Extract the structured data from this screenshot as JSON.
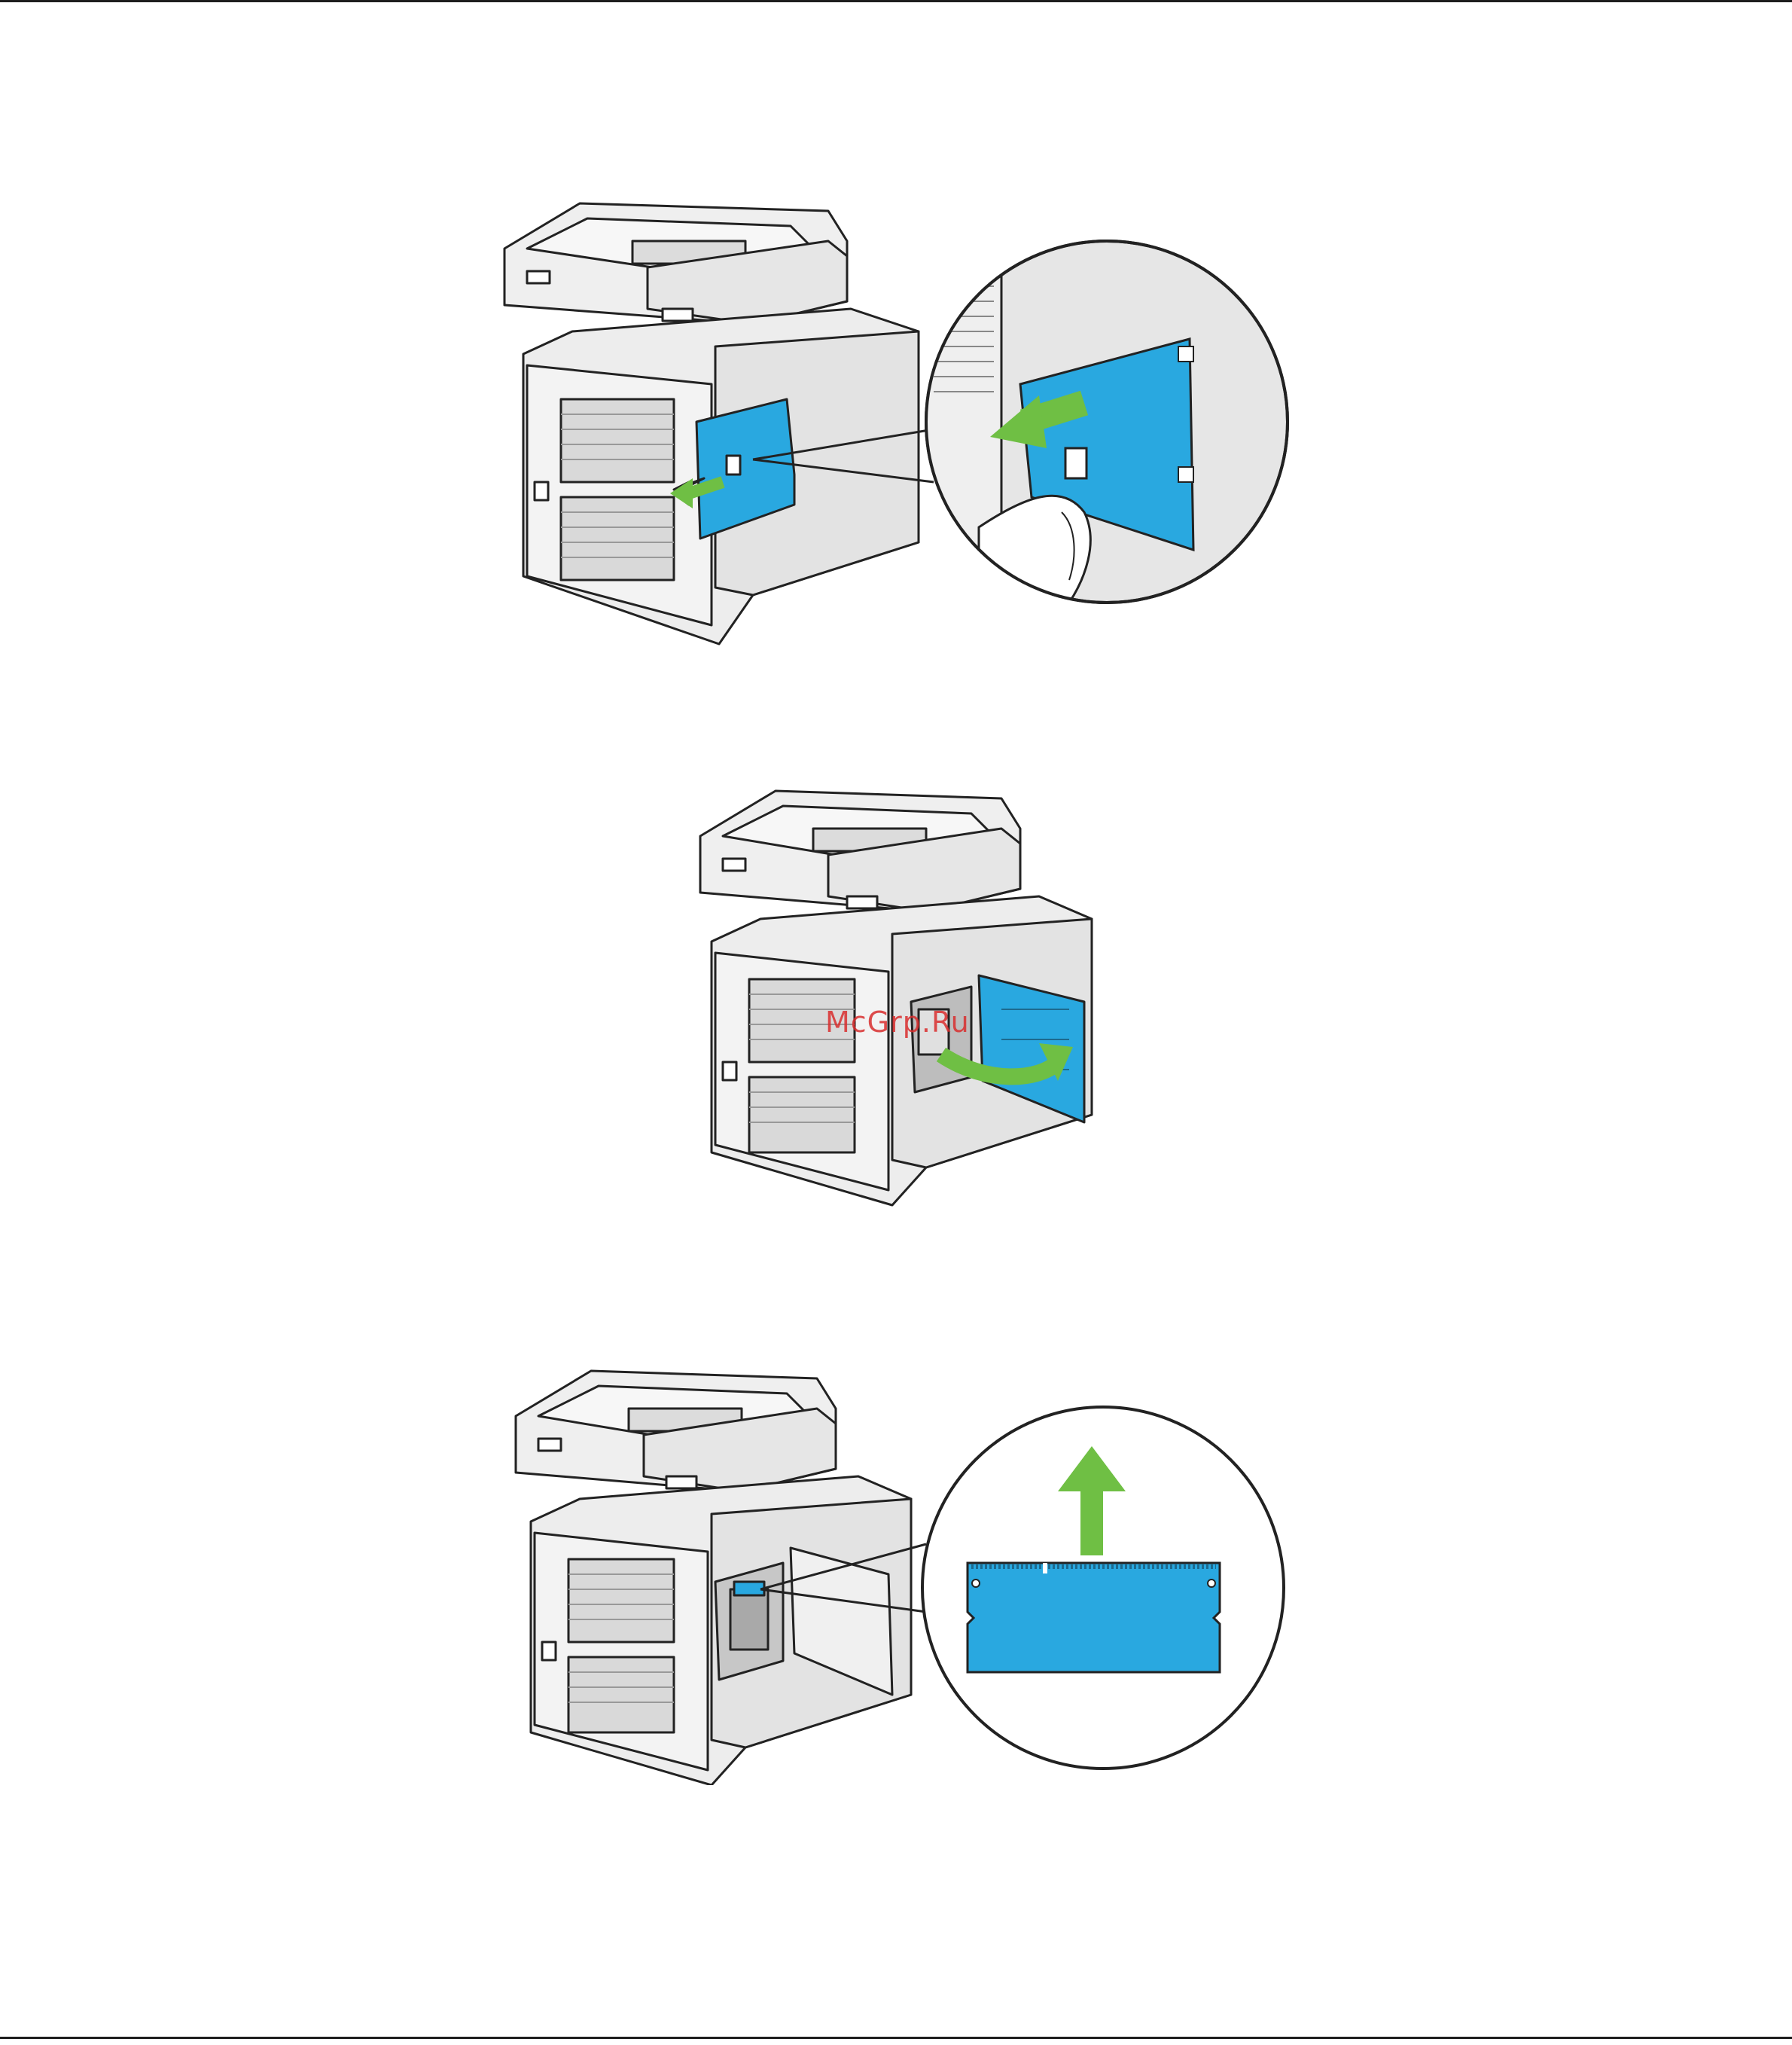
{
  "watermark": {
    "text": "McGrp.Ru"
  },
  "colors": {
    "panel": "#29a8e0",
    "arrow": "#6fbf44",
    "body": "#ededed",
    "body_dark": "#cfcfcf",
    "outline": "#222222"
  },
  "figures": [
    {
      "name": "step-slide-cover",
      "callout": "zoom-hand-sliding-cover"
    },
    {
      "name": "step-open-cover",
      "callout": ""
    },
    {
      "name": "step-remove-memory",
      "callout": "zoom-memory-module"
    }
  ]
}
